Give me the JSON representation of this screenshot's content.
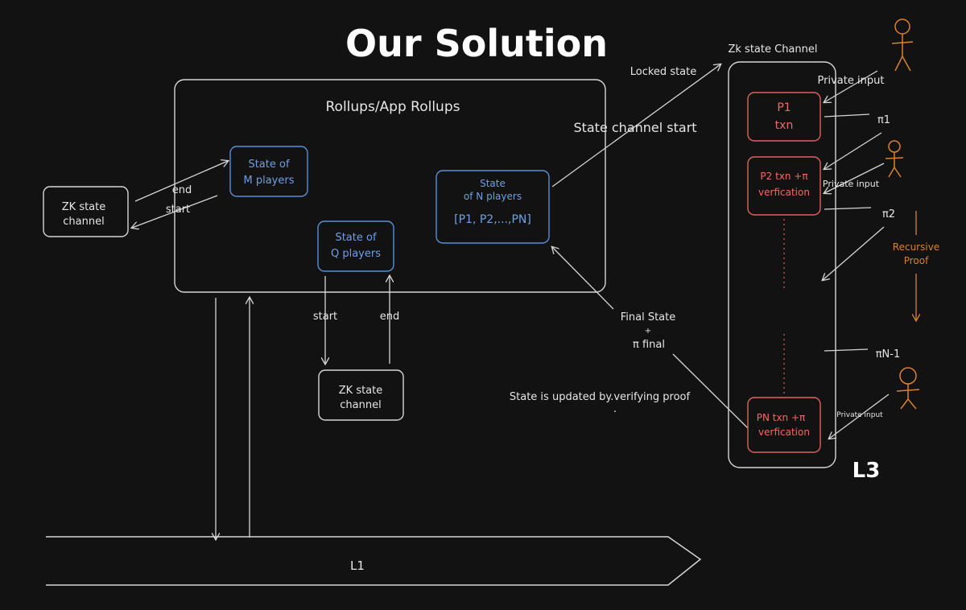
{
  "title": "Our Solution",
  "rollup": {
    "label": "Rollups/App Rollups",
    "state_m": [
      "State of",
      "M players"
    ],
    "state_q": [
      "State of",
      "Q players"
    ],
    "state_n": [
      "State",
      "of N players",
      "[P1, P2,...,PN]"
    ]
  },
  "left_channel": [
    "ZK state",
    "channel"
  ],
  "bottom_channel": [
    "ZK state",
    "channel"
  ],
  "labels": {
    "end_left": "end",
    "start_left": "start",
    "start_bottom": "start",
    "end_bottom": "end",
    "locked_state": "Locked state",
    "state_channel_start": "State channel start",
    "final_state": [
      "Final State",
      "+",
      "π final"
    ],
    "state_updated": "State is updated by.verifying proof",
    "dot": "."
  },
  "zk_channel": {
    "label": "Zk state Channel",
    "private_input_1": "Private input",
    "private_input_2": "Private input",
    "private_input_3": "Private input",
    "p1": [
      "P1",
      "txn"
    ],
    "p2": [
      "P2 txn +π",
      "verfication"
    ],
    "pn": [
      "PN txn +π",
      "verfication"
    ],
    "pi1": "π1",
    "pi2": "π2",
    "pin": "πN-1",
    "recursive": [
      "Recursive",
      "Proof"
    ],
    "layer": "L3"
  },
  "l1_label": "L1",
  "colors": {
    "background": "#121212",
    "stroke": "#d6d6d6",
    "blue": "#5b8fd6",
    "red": "#e0625e",
    "orange": "#d9822b"
  }
}
